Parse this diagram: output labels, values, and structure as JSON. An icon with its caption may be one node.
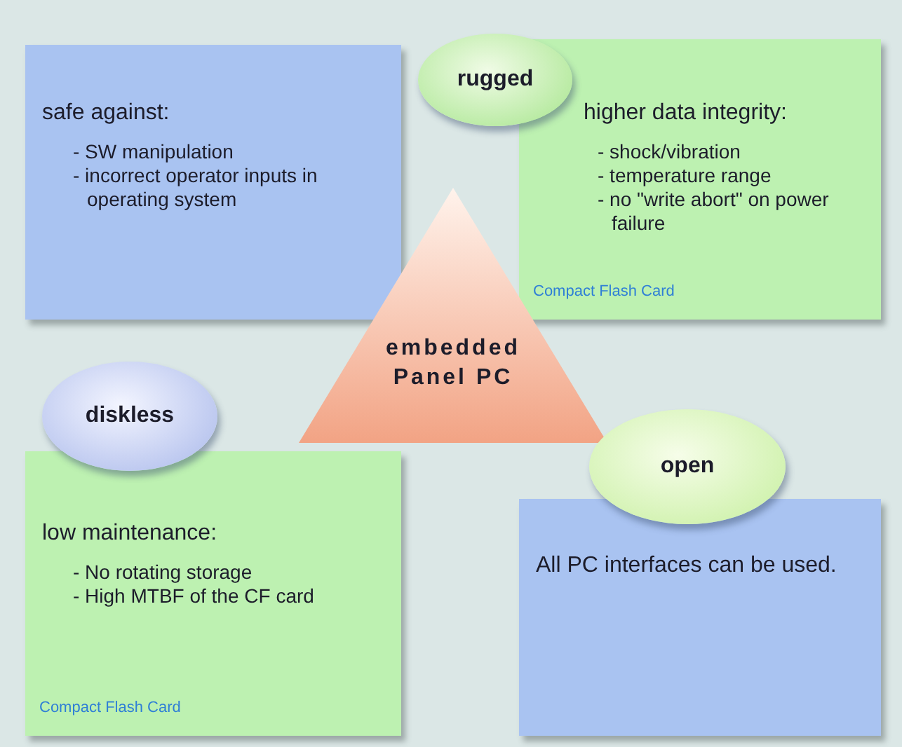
{
  "diagram": {
    "nodes": [
      {
        "text": [
          "safe against:",
          "- SW manipulation",
          "- incorrect operator inputs in operating system"
        ]
      },
      {
        "text": [
          "rugged"
        ]
      },
      {
        "text": [
          "higher data integrity:",
          "- shock/vibration",
          "- temperature range",
          "- no \"write abort\" on power failure",
          "Compact Flash Card"
        ]
      },
      {
        "text": [
          "embedded Panel PC"
        ]
      },
      {
        "text": [
          "diskless"
        ]
      },
      {
        "text": [
          "low maintenance:",
          "- No rotating storage",
          "- High MTBF of the CF card",
          "Compact Flash Card"
        ]
      },
      {
        "text": [
          "open"
        ]
      },
      {
        "text": [
          "All PC interfaces can be used."
        ]
      }
    ]
  }
}
